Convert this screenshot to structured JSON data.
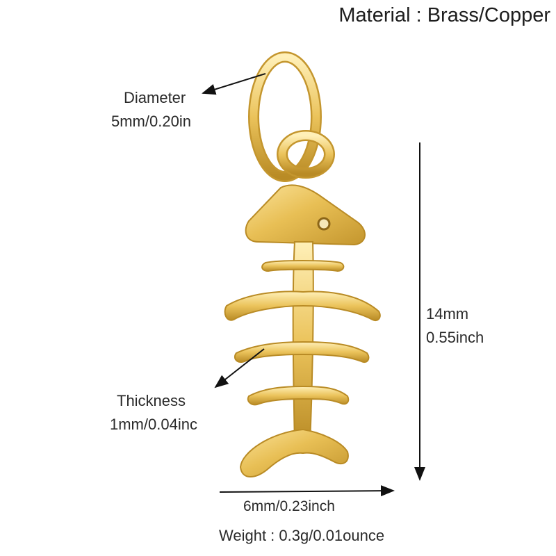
{
  "material_label": "Material : Brass/Copper",
  "diameter": {
    "title": "Diameter",
    "value": "5mm/0.20in"
  },
  "thickness": {
    "title": "Thickness",
    "value": "1mm/0.04inc"
  },
  "length": {
    "mm": "14mm",
    "inch": "0.55inch"
  },
  "width": "6mm/0.23inch",
  "weight": "Weight : 0.3g/0.01ounce",
  "colors": {
    "gold": "#e9c25a",
    "gold_dark": "#b98b25",
    "gold_light": "#fbe8a6",
    "text": "#2a2a2a"
  }
}
